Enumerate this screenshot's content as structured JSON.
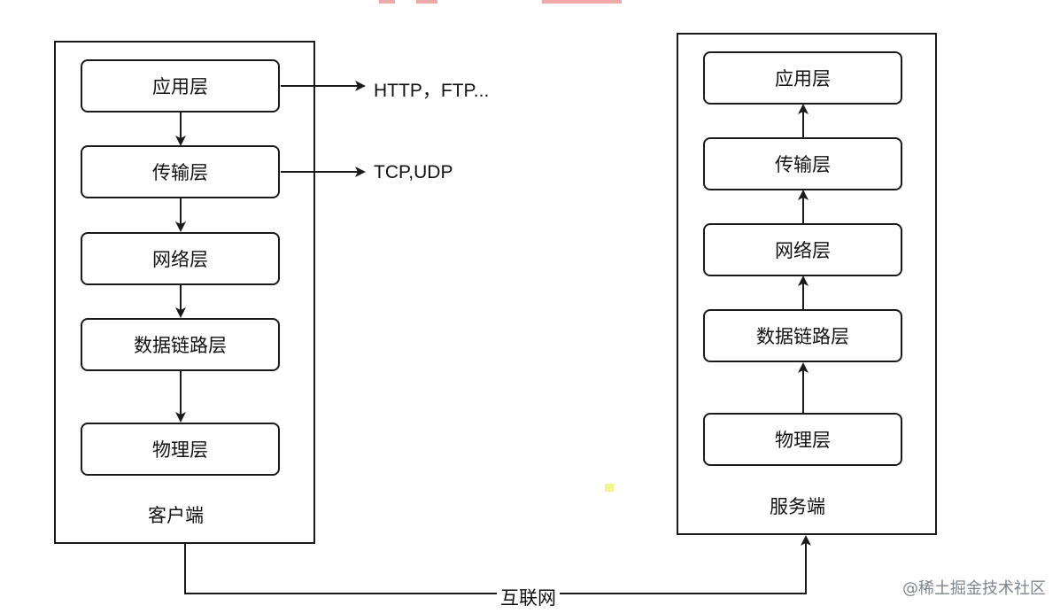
{
  "client": {
    "label": "客户端",
    "layers": [
      "应用层",
      "传输层",
      "网络层",
      "数据链路层",
      "物理层"
    ]
  },
  "server": {
    "label": "服务端",
    "layers": [
      "应用层",
      "传输层",
      "网络层",
      "数据链路层",
      "物理层"
    ]
  },
  "protocols": {
    "application": "HTTP，FTP...",
    "transport": "TCP,UDP"
  },
  "network_label": "互联网",
  "watermark": "@稀土掘金技术社区",
  "colors": {
    "stroke": "#1a1a1a",
    "text": "#111111",
    "watermark": "#7d8590"
  }
}
